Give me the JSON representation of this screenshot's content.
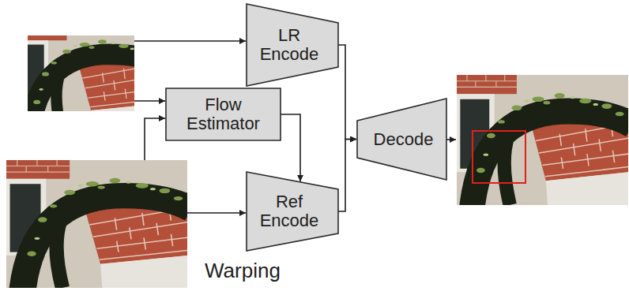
{
  "diagram": {
    "nodes": [
      {
        "text": [
          "LR Encode"
        ]
      },
      {
        "text": [
          "Flow Estimator"
        ]
      },
      {
        "text": [
          "Ref Encode"
        ]
      },
      {
        "text": [
          "Decode"
        ]
      }
    ],
    "edges": [
      {
        "from": 1,
        "to": 2,
        "arrow": "to"
      },
      {
        "from": 0,
        "to": 3,
        "arrow": "to"
      },
      {
        "from": 2,
        "to": 3,
        "arrow": "to"
      }
    ],
    "labels": [
      "Warping"
    ]
  }
}
